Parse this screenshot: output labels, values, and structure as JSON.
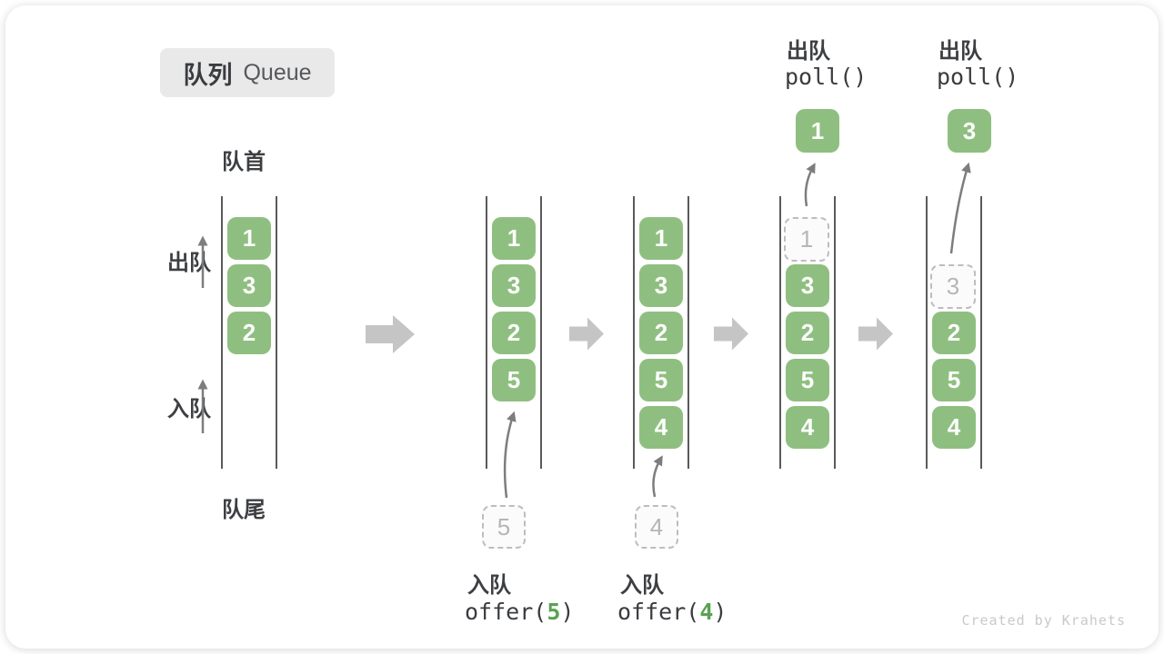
{
  "title": {
    "zh": "队列",
    "en": "Queue"
  },
  "labels": {
    "front": "队首",
    "rear": "队尾",
    "dequeue_side": "出队",
    "enqueue_side": "入队"
  },
  "queues": [
    {
      "name": "initial state",
      "cells": [
        {
          "value": "1"
        },
        {
          "value": "3"
        },
        {
          "value": "2"
        }
      ]
    },
    {
      "name": "after offer(5)",
      "cells": [
        {
          "value": "1"
        },
        {
          "value": "3"
        },
        {
          "value": "2"
        },
        {
          "value": "5"
        }
      ]
    },
    {
      "name": "after offer(4)",
      "cells": [
        {
          "value": "1"
        },
        {
          "value": "3"
        },
        {
          "value": "2"
        },
        {
          "value": "5"
        },
        {
          "value": "4"
        }
      ]
    },
    {
      "name": "after poll() removing 1",
      "cells": [
        {
          "value": "1",
          "removed": true
        },
        {
          "value": "3"
        },
        {
          "value": "2"
        },
        {
          "value": "5"
        },
        {
          "value": "4"
        }
      ]
    },
    {
      "name": "after poll() removing 3",
      "cells": [
        {
          "value": "3",
          "removed": true
        },
        {
          "value": "2"
        },
        {
          "value": "5"
        },
        {
          "value": "4"
        }
      ]
    }
  ],
  "operations": {
    "enqueue": [
      {
        "label": "入队",
        "code_pre": "offer(",
        "arg": "5",
        "code_post": ")",
        "pending_value": "5"
      },
      {
        "label": "入队",
        "code_pre": "offer(",
        "arg": "4",
        "code_post": ")",
        "pending_value": "4"
      }
    ],
    "dequeue": [
      {
        "label": "出队",
        "code": "poll()",
        "removed_value": "1"
      },
      {
        "label": "出队",
        "code": "poll()",
        "removed_value": "3"
      }
    ]
  },
  "colors": {
    "cell_green": "#8fbf80",
    "code_arg_green": "#5aa253",
    "block_arrow_gray": "#c5c5c5",
    "line_arrow_gray": "#7d7d7d",
    "wall_gray": "#5a5a5a",
    "dashed_border": "#bdbdbd",
    "dashed_text": "#b6b6b6",
    "label_dark": "#3d3f42",
    "title_bg": "#e9e9e9",
    "watermark_gray": "#c9c9c9"
  },
  "watermark": "Created by Krahets"
}
